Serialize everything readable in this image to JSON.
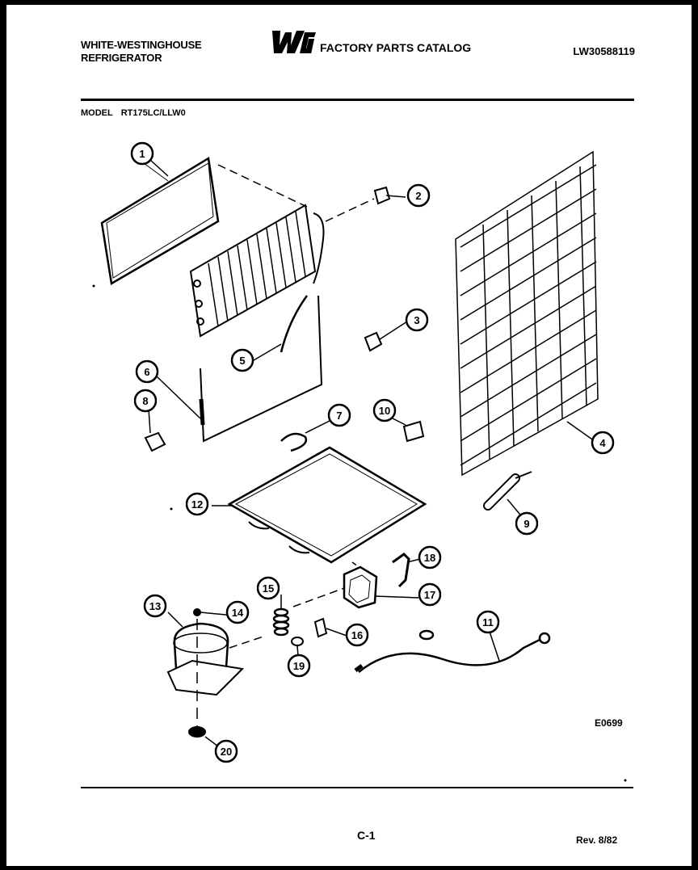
{
  "header": {
    "brand_line1": "WHITE-WESTINGHOUSE",
    "brand_line2": "REFRIGERATOR",
    "logo_text": "WCI",
    "catalog_title": "FACTORY PARTS CATALOG",
    "doc_id": "LW30588119"
  },
  "model": {
    "label": "MODEL",
    "value": "RT175LC/LLW0"
  },
  "callouts": [
    "1",
    "2",
    "3",
    "4",
    "5",
    "6",
    "7",
    "8",
    "9",
    "10",
    "11",
    "12",
    "13",
    "14",
    "15",
    "16",
    "17",
    "18",
    "19",
    "20"
  ],
  "figure_id": "E0699",
  "footer": {
    "page": "C-1",
    "revision": "Rev. 8/82"
  },
  "colors": {
    "ink": "#000000",
    "paper": "#ffffff",
    "frame": "#000000"
  }
}
